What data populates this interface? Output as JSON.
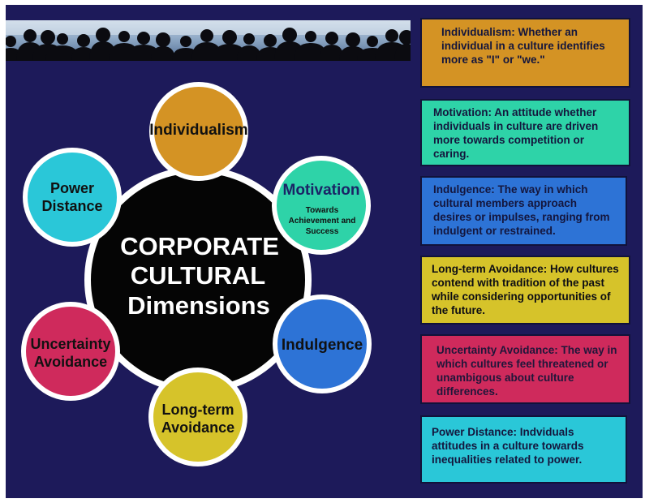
{
  "diagram": {
    "center": {
      "line1": "CORPORATE",
      "line2": "CULTURAL",
      "line3": "Dimensions"
    },
    "nodes": {
      "individualism": {
        "label": "Individualism",
        "color": "#d49324"
      },
      "motivation": {
        "label": "Motivation",
        "sub1": "Towards",
        "sub2": "Achievement and",
        "sub3": "Success",
        "color": "#2ed3a8"
      },
      "indulgence": {
        "label": "Indulgence",
        "color": "#2d73d6"
      },
      "longterm": {
        "line1": "Long-term",
        "line2": "Avoidance",
        "color": "#d6c32a"
      },
      "uncertainty": {
        "line1": "Uncertainty",
        "line2": "Avoidance",
        "color": "#cf2a5c"
      },
      "power": {
        "line1": "Power",
        "line2": "Distance",
        "color": "#2ac7d8"
      }
    }
  },
  "definitions": {
    "individualism": {
      "text": "Individualism: Whether an individual in a culture identifies more as \"I\" or \"we.\"",
      "color": "#d49324"
    },
    "motivation": {
      "text": "Motivation: An attitude whether individuals in culture are driven more towards competition or caring.",
      "color": "#2ed3a8"
    },
    "indulgence": {
      "text": "Indulgence: The way in which cultural members approach desires or impulses, ranging from indulgent or restrained.",
      "color": "#2d73d6"
    },
    "longterm": {
      "text": "Long-term Avoidance: How cultures contend with tradition of the past while considering opportunities of the future.",
      "color": "#d6c32a"
    },
    "uncertainty": {
      "text": "Uncertainty Avoidance: The way in which cultures feel threatened or unambigous about culture differences.",
      "color": "#cf2a5c"
    },
    "power": {
      "text": "Power Distance: Indviduals attitudes in a culture towards inequalities related to power.",
      "color": "#2ac7d8"
    }
  }
}
